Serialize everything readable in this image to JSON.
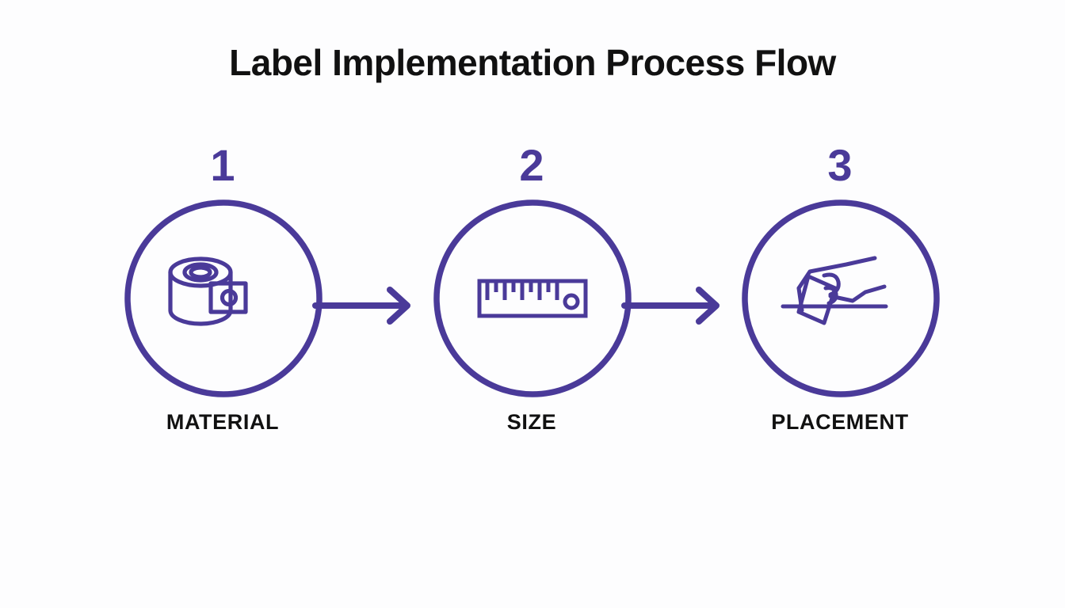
{
  "page": {
    "title": "Label Implementation Process Flow",
    "background_color": "#fdfdfe",
    "accent_color": "#4a3a99",
    "text_color": "#111111"
  },
  "flow": {
    "type": "process-flow",
    "orientation": "horizontal",
    "connector": "arrow-right",
    "steps": [
      {
        "number": "1",
        "label": "MATERIAL",
        "icon": "tape-roll-icon"
      },
      {
        "number": "2",
        "label": "SIZE",
        "icon": "ruler-icon"
      },
      {
        "number": "3",
        "label": "PLACEMENT",
        "icon": "hand-placing-label-icon"
      }
    ],
    "arrows": [
      {
        "name": "arrow-step-1-to-2"
      },
      {
        "name": "arrow-step-2-to-3"
      }
    ]
  }
}
